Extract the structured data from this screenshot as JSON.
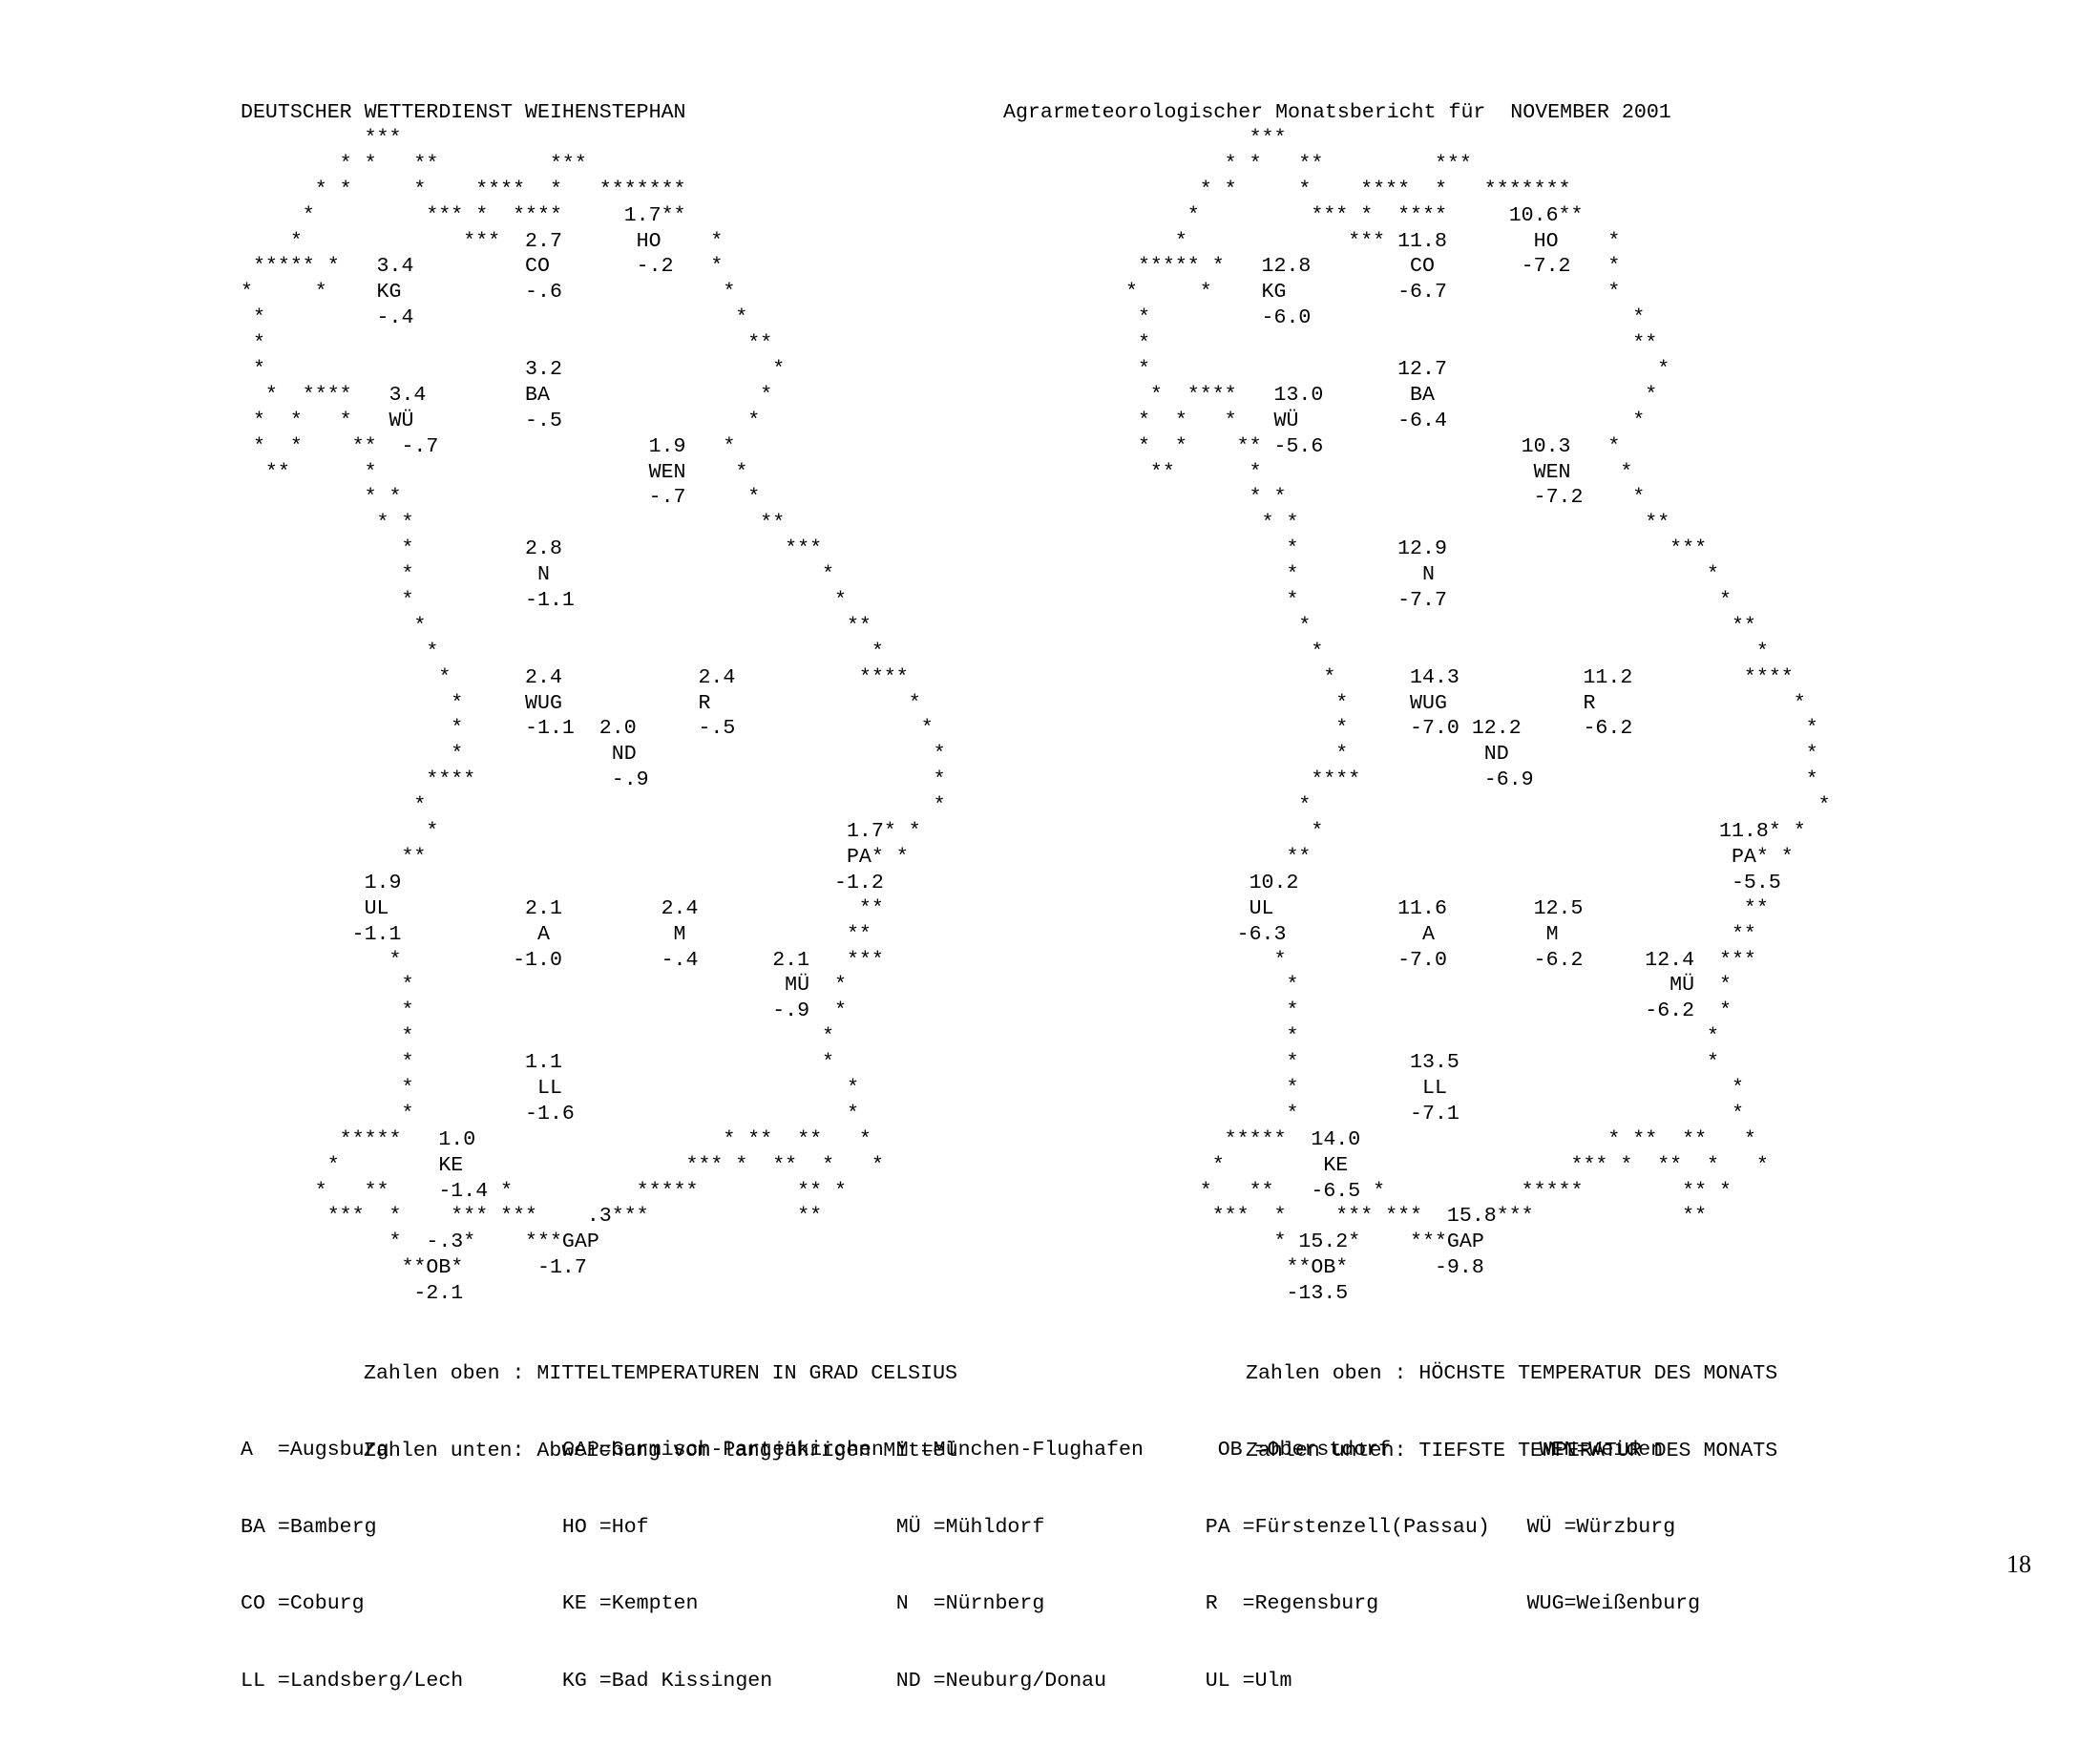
{
  "header": {
    "left": "DEUTSCHER WETTERDIENST WEIHENSTEPHAN",
    "right": "Agrarmeteorologischer Monatsbericht für  NOVEMBER 2001"
  },
  "maps": {
    "left": [
      "          ***",
      "        * *   **         ***",
      "      * *     *    ****  *   *******",
      "     *         *** *  ****     1.7**",
      "    *             ***  2.7      HO    *",
      " ***** *   3.4         CO       -.2   *",
      "*     *    KG          -.6             *",
      " *         -.4                          *",
      " *                                       **",
      " *                     3.2                 *",
      "  *  ****   3.4        BA                 *",
      " *  *   *   WÜ         -.5               *",
      " *  *    **  -.7                 1.9   *",
      "  **      *                      WEN    *",
      "          * *                    -.7     *",
      "           * *                            **",
      "             *         2.8                  ***",
      "             *          N                      *",
      "             *         -1.1                     *",
      "              *                                  **",
      "               *                                   *",
      "                *      2.4           2.4          ****",
      "                 *     WUG           R                *",
      "                 *     -1.1  2.0     -.5               *",
      "                 *            ND                        *",
      "               ****           -.9                       *",
      "              *                                         *",
      "               *                                 1.7* *",
      "             **                                  PA* *",
      "          1.9                                   -1.2",
      "          UL           2.1        2.4             **",
      "         -1.1           A          M             **",
      "            *         -1.0        -.4      2.1   ***",
      "             *                              MÜ  *",
      "             *                             -.9  *",
      "             *                                 *",
      "             *         1.1                     *",
      "             *          LL                       *",
      "             *         -1.6                      *",
      "        *****   1.0                    * **  **   *",
      "       *        KE                  *** *  **  *   *",
      "      *   **    -1.4 *          *****        ** *",
      "       ***  *    *** ***    .3***            **",
      "            *  -.3*    ***GAP",
      "             **OB*      -1.7",
      "              -2.1"
    ],
    "right": [
      "          ***",
      "        * *   **         ***",
      "      * *     *    ****  *   *******",
      "     *         *** *  ****     10.6**",
      "    *             *** 11.8       HO    *",
      " ***** *   12.8        CO       -7.2   *",
      "*     *    KG         -6.7             *",
      " *         -6.0                          *",
      " *                                       **",
      " *                    12.7                 *",
      "  *  ****   13.0       BA                 *",
      " *  *   *   WÜ        -6.4               *",
      " *  *    ** -5.6                10.3   *",
      "  **      *                      WEN    *",
      "          * *                    -7.2    *",
      "           * *                            **",
      "             *        12.9                  ***",
      "             *          N                      *",
      "             *        -7.7                      *",
      "              *                                  **",
      "               *                                   *",
      "                *      14.3          11.2         ****",
      "                 *     WUG           R                *",
      "                 *     -7.0 12.2     -6.2              *",
      "                 *           ND                        *",
      "               ****          -6.9                      *",
      "              *                                         *",
      "               *                                11.8* *",
      "             **                                  PA* *",
      "          10.2                                   -5.5",
      "          UL          11.6       12.5             **",
      "         -6.3           A         M              **",
      "            *         -7.0       -6.2     12.4  ***",
      "             *                              MÜ  *",
      "             *                            -6.2  *",
      "             *                                 *",
      "             *         13.5                    *",
      "             *          LL                       *",
      "             *         -7.1                      *",
      "        *****  14.0                    * **  **   *",
      "       *        KE                  *** *  **  *   *",
      "      *   **   -6.5 *           *****        ** *",
      "       ***  *    *** ***  15.8***            **",
      "            * 15.2*    ***GAP",
      "             **OB*       -9.8",
      "             -13.5"
    ]
  },
  "captions": {
    "left": [
      "Zahlen oben : MITTELTEMPERATUREN IN GRAD CELSIUS",
      "Zahlen unten: Abweichung vom langjährigen Mittel"
    ],
    "right": [
      "Zahlen oben : HÖCHSTE TEMPERATUR DES MONATS",
      "Zahlen unten: TIEFSTE TEMPERATUR DES MONATS"
    ]
  },
  "legend": [
    "A  =Augsburg              GAP=Garmisch-Partenkirchen M =München-Flughafen      OB =Oberstdorf            WEN=Weiden",
    "BA =Bamberg               HO =Hof                    MÜ =Mühldorf             PA =Fürstenzell(Passau)   WÜ =Würzburg",
    "CO =Coburg                KE =Kempten                N  =Nürnberg             R  =Regensburg            WUG=Weißenburg",
    "LL =Landsberg/Lech        KG =Bad Kissingen          ND =Neuburg/Donau        UL =Ulm"
  ],
  "page_number": "18"
}
